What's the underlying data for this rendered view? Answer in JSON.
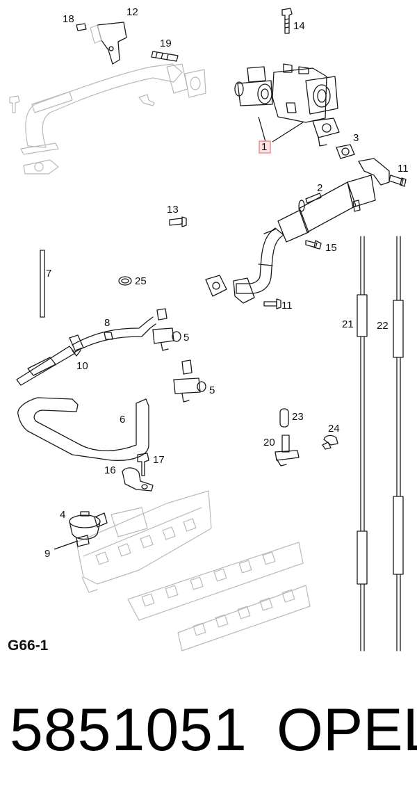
{
  "diagram": {
    "code": "G66-1",
    "highlighted_callout": "1",
    "highlight_color": "#e87878",
    "callouts": [
      "1",
      "2",
      "3",
      "4",
      "5",
      "5",
      "6",
      "7",
      "8",
      "9",
      "10",
      "11",
      "11",
      "12",
      "13",
      "14",
      "15",
      "16",
      "17",
      "18",
      "19",
      "20",
      "21",
      "22",
      "23",
      "24",
      "25"
    ]
  },
  "footer": {
    "part_number": "5851051",
    "brand": "OPEL"
  }
}
